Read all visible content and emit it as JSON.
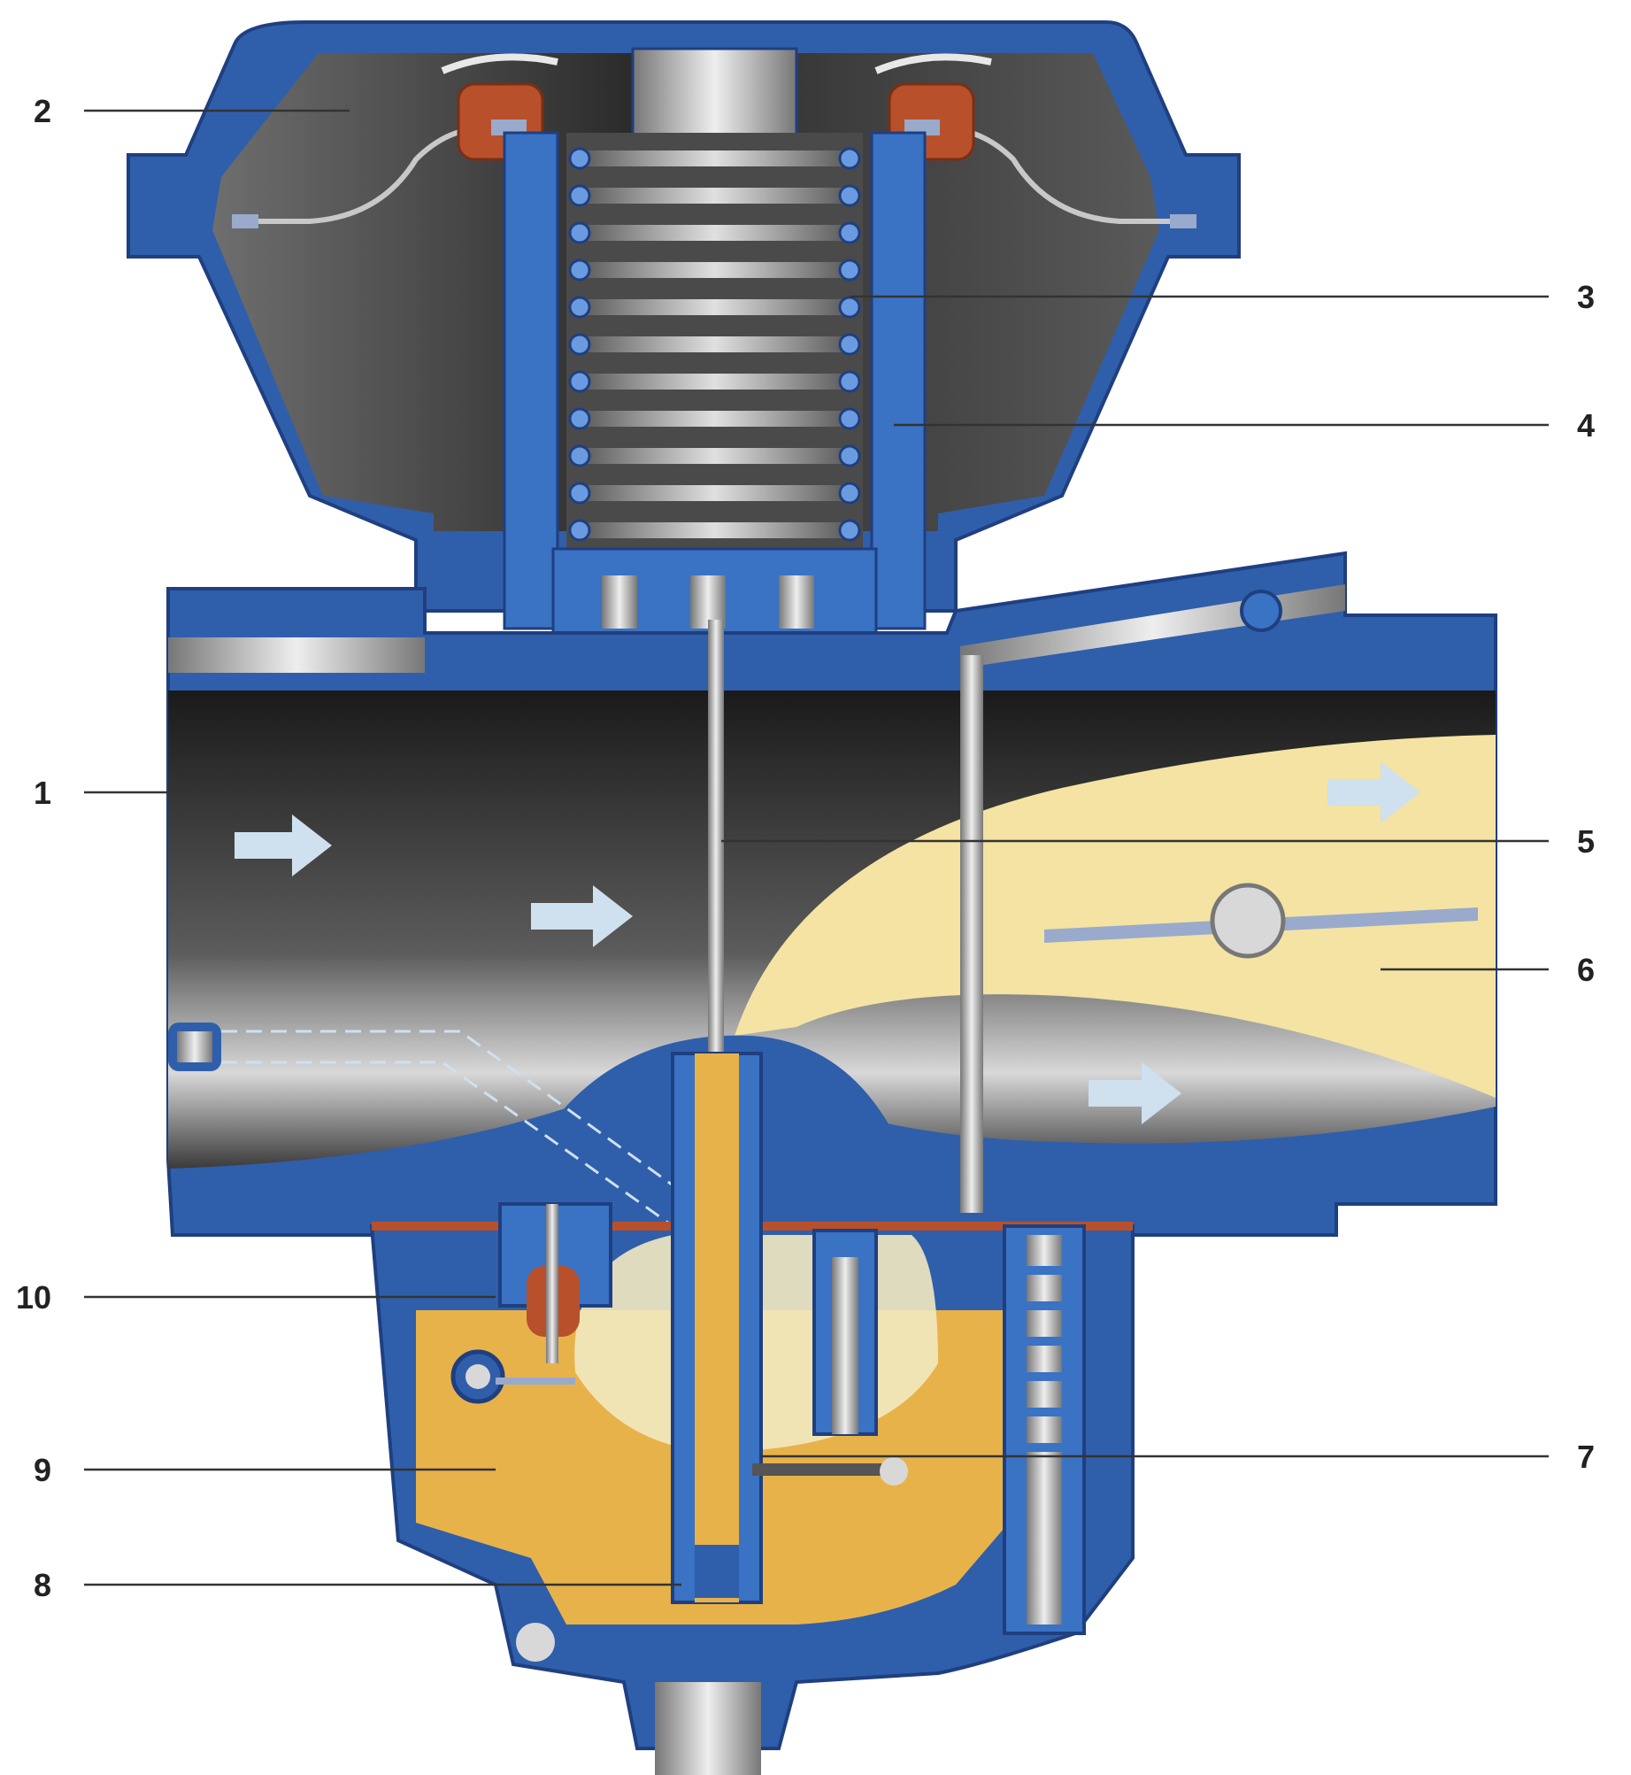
{
  "colors": {
    "housing": "#2f5faa",
    "housing_dark": "#1f3f80",
    "cavity": "#3a3a3a",
    "metal": "#b0b0b0",
    "fuel": "#e8b24a",
    "mixture": "#f4e3a2",
    "seal": "#b8502b",
    "arrow": "#cfe0ee"
  },
  "labels": {
    "l1": "1",
    "l2": "2",
    "l3": "3",
    "l4": "4",
    "l5": "5",
    "l6": "6",
    "l7": "7",
    "l8": "8",
    "l9": "9",
    "l10": "10"
  }
}
